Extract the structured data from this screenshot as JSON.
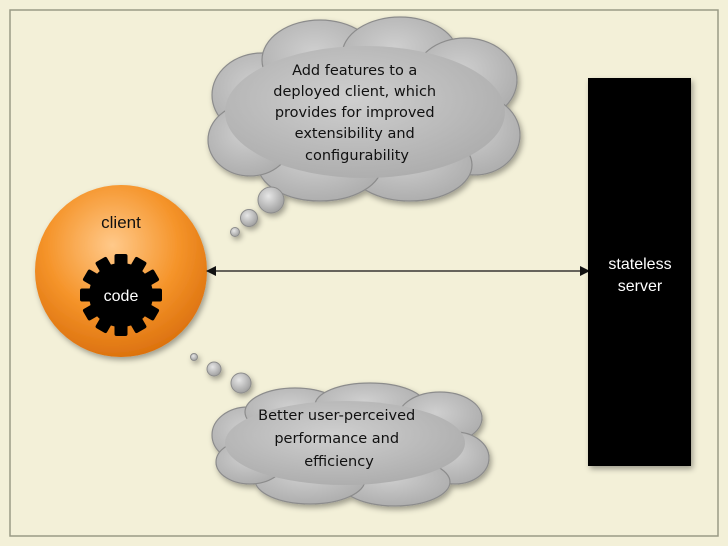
{
  "client": {
    "label": "client",
    "inner_label": "code"
  },
  "server": {
    "label_line1": "stateless",
    "label_line2": "server"
  },
  "connector": {
    "description": "bidirectional arrow"
  },
  "callouts": {
    "top": {
      "lines": [
        "Add features to a",
        "deployed client, which",
        "provides for improved",
        "extensibility and",
        "configurability"
      ]
    },
    "bottom": {
      "lines": [
        "Better user-perceived",
        "performance and",
        "efficiency"
      ]
    }
  },
  "colors": {
    "background": "#f3f0d8",
    "frame": "#9a9a86",
    "client_fill": "#f28a1c",
    "client_highlight": "#ffc98a",
    "gear": "#000000",
    "server": "#000000",
    "cloud": "#b9b9b9",
    "cloud_stroke": "#8c8c8c",
    "text_dark": "#111111",
    "text_light": "#ffffff"
  }
}
